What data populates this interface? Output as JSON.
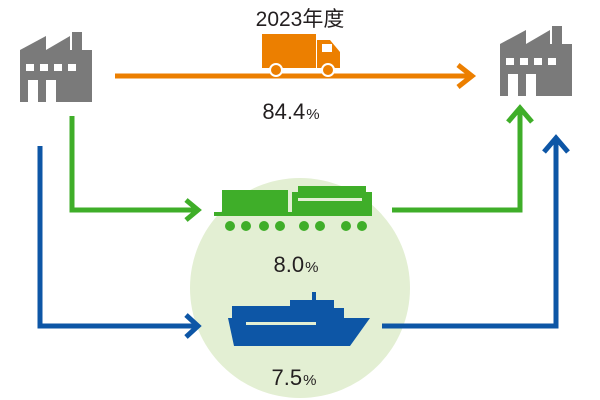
{
  "year_label": "2023年度",
  "modes": {
    "truck": {
      "value": "84.4",
      "unit": "%",
      "color": "#ec7f00",
      "icon": "truck-icon"
    },
    "rail": {
      "value": "8.0",
      "unit": "%",
      "color": "#3fae29",
      "icon": "freight-train-icon"
    },
    "ship": {
      "value": "7.5",
      "unit": "%",
      "color": "#0d56a6",
      "icon": "cargo-ship-icon"
    }
  },
  "colors": {
    "factory": "#7a7a7a",
    "modal_shift_circle": "#e3efd3"
  },
  "icons": {
    "origin": "factory-icon",
    "destination": "factory-icon"
  }
}
